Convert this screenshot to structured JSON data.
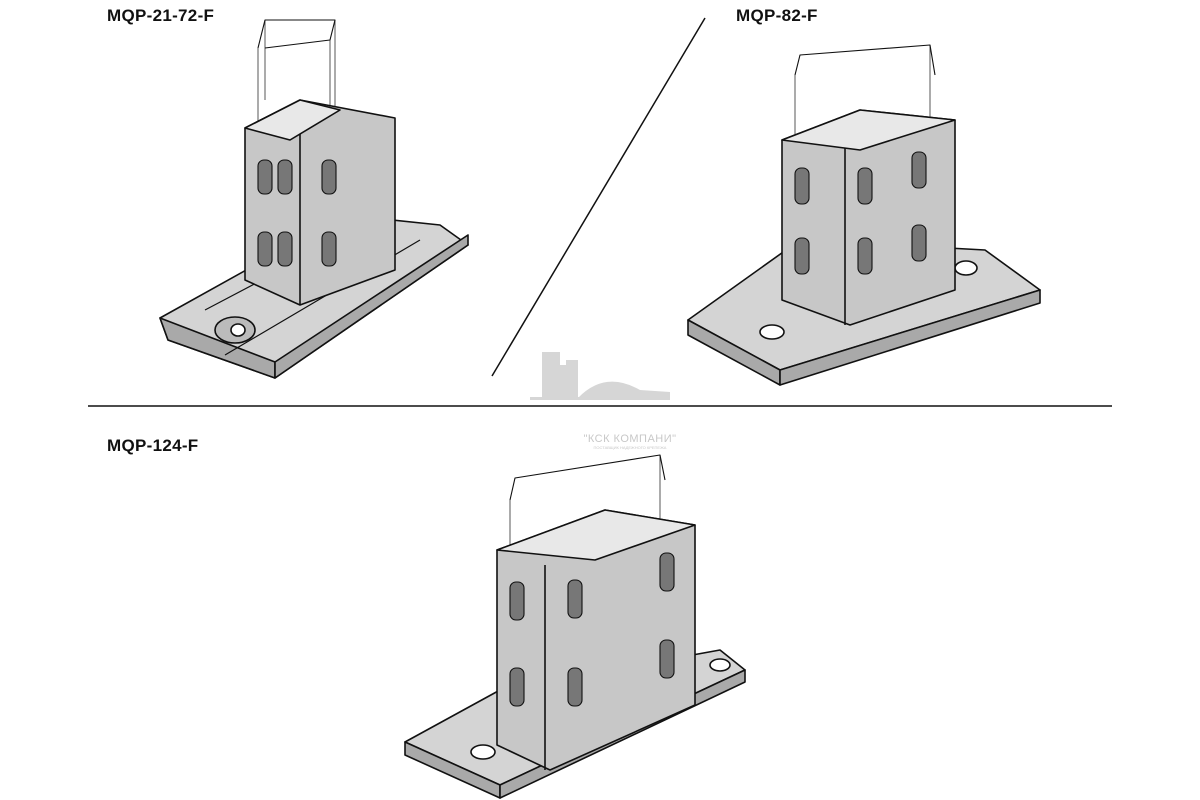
{
  "products": [
    {
      "name": "MQP-21-72-F"
    },
    {
      "name": "MQP-82-F"
    },
    {
      "name": "MQP-124-F"
    }
  ],
  "watermark": {
    "title": "\"КСК КОМПАНИ\"",
    "subtitle": "ПОСТАВЩИК НАДЕЖНОГО КРЕПЕЖА"
  },
  "colors": {
    "metal": "#c9c9c9",
    "metal_dark": "#9a9a9a",
    "line": "#111111"
  }
}
